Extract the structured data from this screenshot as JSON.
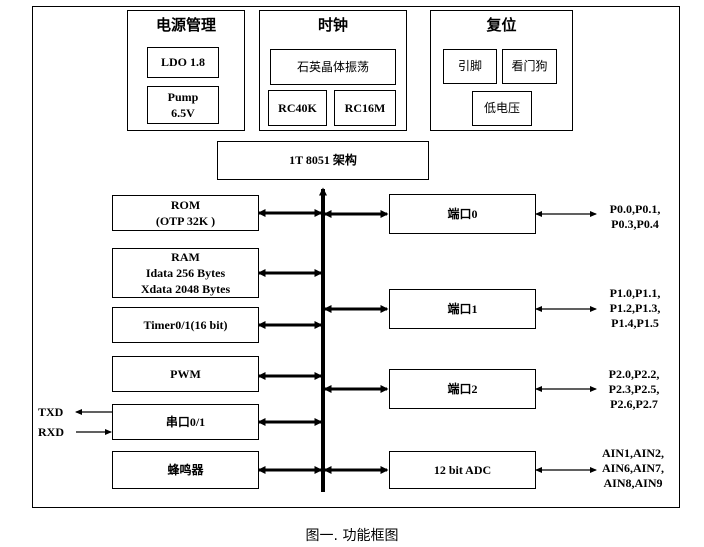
{
  "groups": {
    "power": {
      "title": "电源管理",
      "items": [
        "LDO 1.8",
        "Pump\n6.5V"
      ]
    },
    "clock": {
      "title": "时钟",
      "items": [
        "石英晶体振荡",
        "RC40K",
        "RC16M"
      ]
    },
    "reset": {
      "title": "复位",
      "items": [
        "引脚",
        "看门狗",
        "低电压"
      ]
    }
  },
  "core": "1T 8051 架构",
  "left_blocks": [
    "ROM\n(OTP 32K )",
    "RAM\nIdata 256 Bytes\nXdata 2048 Bytes",
    "Timer0/1(16 bit)",
    "PWM",
    "串口0/1",
    "蜂鸣器"
  ],
  "right_blocks": [
    "端口0",
    "端口1",
    "端口2",
    "12 bit ADC"
  ],
  "pin_labels": [
    "P0.0,P0.1,\nP0.3,P0.4",
    "P1.0,P1.1,\nP1.2,P1.3,\nP1.4,P1.5",
    "P2.0,P2.2,\nP2.3,P2.5,\nP2.6,P2.7",
    "AIN1,AIN2,\nAIN6,AIN7,\nAIN8,AIN9"
  ],
  "uart_signals": {
    "tx": "TXD",
    "rx": "RXD"
  },
  "caption": "图一. 功能框图"
}
